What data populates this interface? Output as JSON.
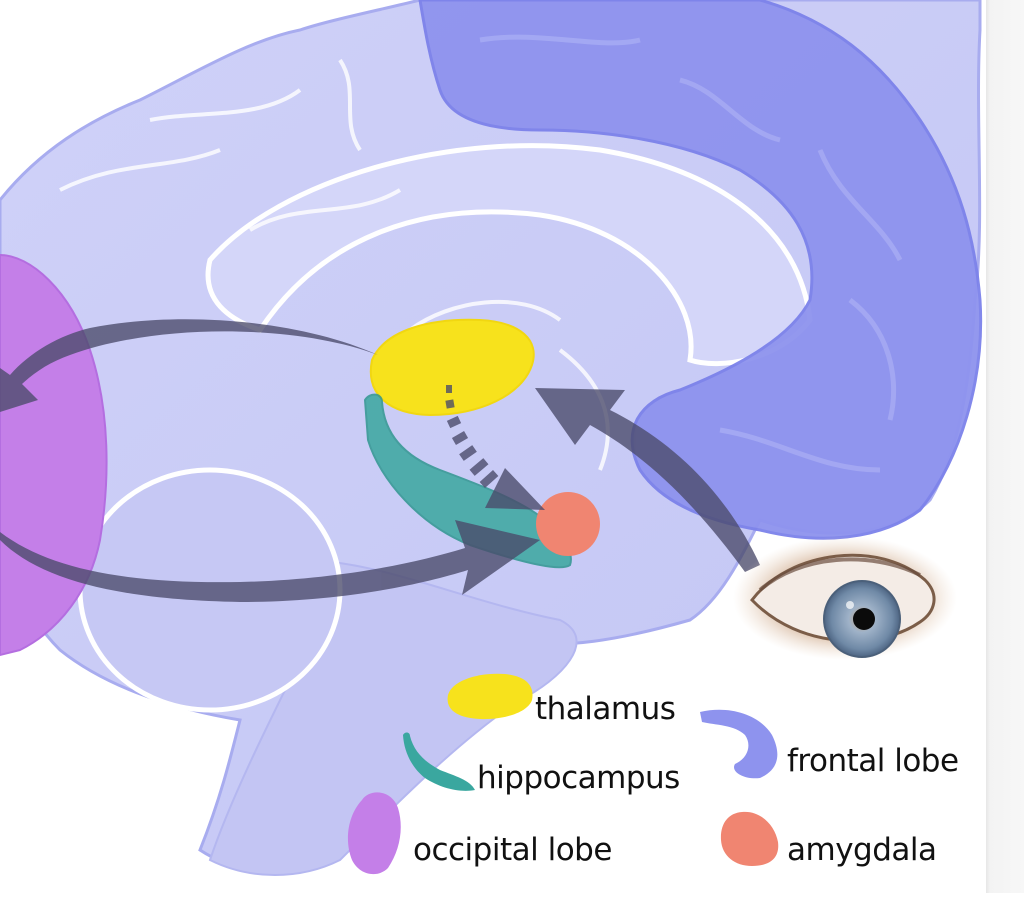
{
  "diagram": {
    "subject": "Sagittal brain section with visual pathway arrows",
    "colors": {
      "brain": "#c9cbf6",
      "brain_outline": "#a8acef",
      "frontal_lobe": "#8e93ee",
      "occipital_lobe": "#c47fe8",
      "thalamus": "#f7e21c",
      "hippocampus": "#3aa79f",
      "amygdala": "#f08571",
      "arrow": "#4a4a6a",
      "iris": "#7d95b0",
      "skin": "#c79a7a"
    },
    "regions": [
      {
        "id": "frontal-lobe",
        "name": "frontal lobe"
      },
      {
        "id": "occipital-lobe",
        "name": "occipital lobe"
      },
      {
        "id": "thalamus",
        "name": "thalamus"
      },
      {
        "id": "hippocampus",
        "name": "hippocampus"
      },
      {
        "id": "amygdala",
        "name": "amygdala"
      }
    ],
    "arrows": [
      {
        "from": "eye",
        "to": "thalamus",
        "style": "solid"
      },
      {
        "from": "thalamus",
        "to": "occipital lobe",
        "style": "solid"
      },
      {
        "from": "occipital lobe",
        "to": "amygdala",
        "style": "solid"
      },
      {
        "from": "thalamus",
        "to": "amygdala",
        "style": "dashed"
      }
    ]
  },
  "legend": {
    "items": [
      {
        "key": "thalamus",
        "label": "thalamus"
      },
      {
        "key": "hippocampus",
        "label": "hippocampus"
      },
      {
        "key": "occipital-lobe",
        "label": "occipital lobe"
      },
      {
        "key": "frontal-lobe",
        "label": "frontal lobe"
      },
      {
        "key": "amygdala",
        "label": "amygdala"
      }
    ]
  }
}
